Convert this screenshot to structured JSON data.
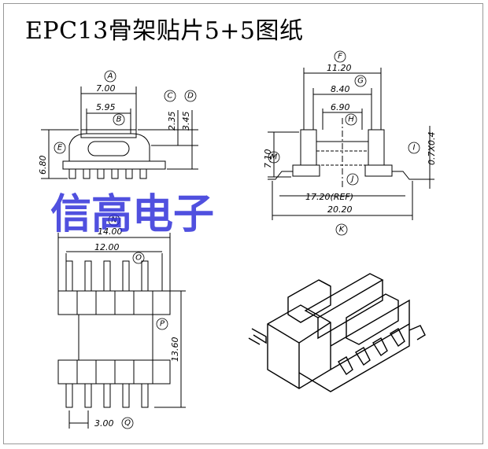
{
  "title": "EPC13骨架贴片5+5图纸",
  "watermark": "信高电子",
  "dims": {
    "a": "7.00",
    "b": "5.95",
    "c": "2.35",
    "d": "3.45",
    "e": "6.80",
    "f": "11.20",
    "g": "8.40",
    "h": "6.90",
    "i": "0.7X0.4",
    "j": "17.20(REF)",
    "k": "20.20",
    "m": "7.10",
    "n": "14.00",
    "o": "12.00",
    "p": "13.60",
    "q": "3.00"
  },
  "labels": [
    "A",
    "B",
    "C",
    "D",
    "E",
    "F",
    "G",
    "H",
    "I",
    "J",
    "K",
    "M",
    "N",
    "O",
    "P",
    "Q"
  ]
}
